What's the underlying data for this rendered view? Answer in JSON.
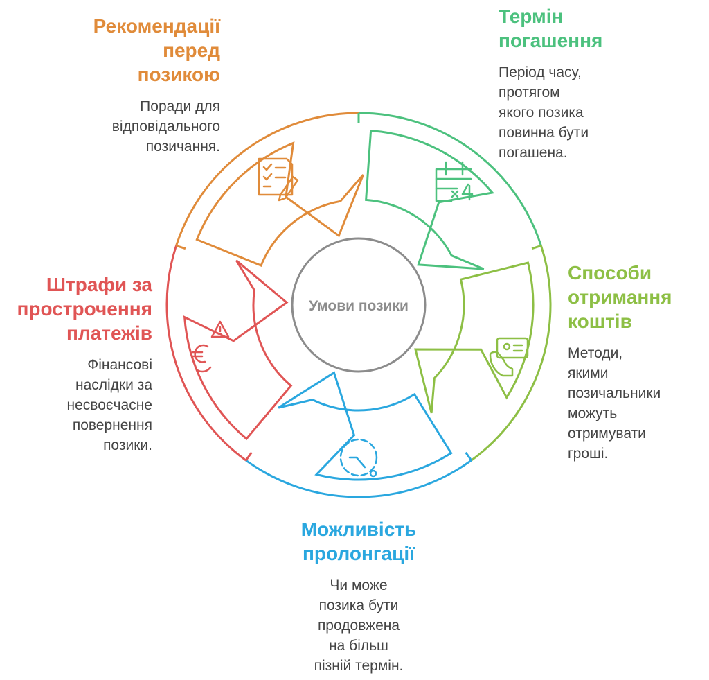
{
  "center": {
    "label": "Умови позики"
  },
  "colors": {
    "orange": "#E08B3A",
    "green": "#4CC17E",
    "lime": "#8DBF45",
    "blue": "#2AA7DF",
    "red": "#E05555",
    "gray": "#8C8C8C"
  },
  "segments": [
    {
      "key": "recommendations",
      "title": [
        "Рекомендації",
        "перед",
        "позикою"
      ],
      "description": [
        "Поради для",
        "відповідального",
        "позичання."
      ],
      "icon": "checklist-pen-icon",
      "color": "#E08B3A"
    },
    {
      "key": "term",
      "title": [
        "Термін",
        "погашення"
      ],
      "description": [
        "Період часу,",
        "протягом",
        "якого позика",
        "повинна бути",
        "погашена."
      ],
      "icon": "calendar-x4-icon",
      "color": "#4CC17E"
    },
    {
      "key": "methods",
      "title": [
        "Способи",
        "отримання",
        "коштів"
      ],
      "description": [
        "Методи,",
        "якими",
        "позичальники",
        "можуть",
        "отримувати",
        "гроші."
      ],
      "icon": "hand-card-icon",
      "color": "#8DBF45"
    },
    {
      "key": "prolongation",
      "title": [
        "Можливість",
        "пролонгації"
      ],
      "description": [
        "Чи може",
        "позика бути",
        "продовжена",
        "на більш",
        "пізній термін."
      ],
      "icon": "clock-dashed-icon",
      "color": "#2AA7DF"
    },
    {
      "key": "penalties",
      "title": [
        "Штрафи за",
        "прострочення",
        "платежів"
      ],
      "description": [
        "Фінансові",
        "наслідки за",
        "несвоєчасне",
        "повернення",
        "позики."
      ],
      "icon": "euro-warning-icon",
      "color": "#E05555"
    }
  ]
}
